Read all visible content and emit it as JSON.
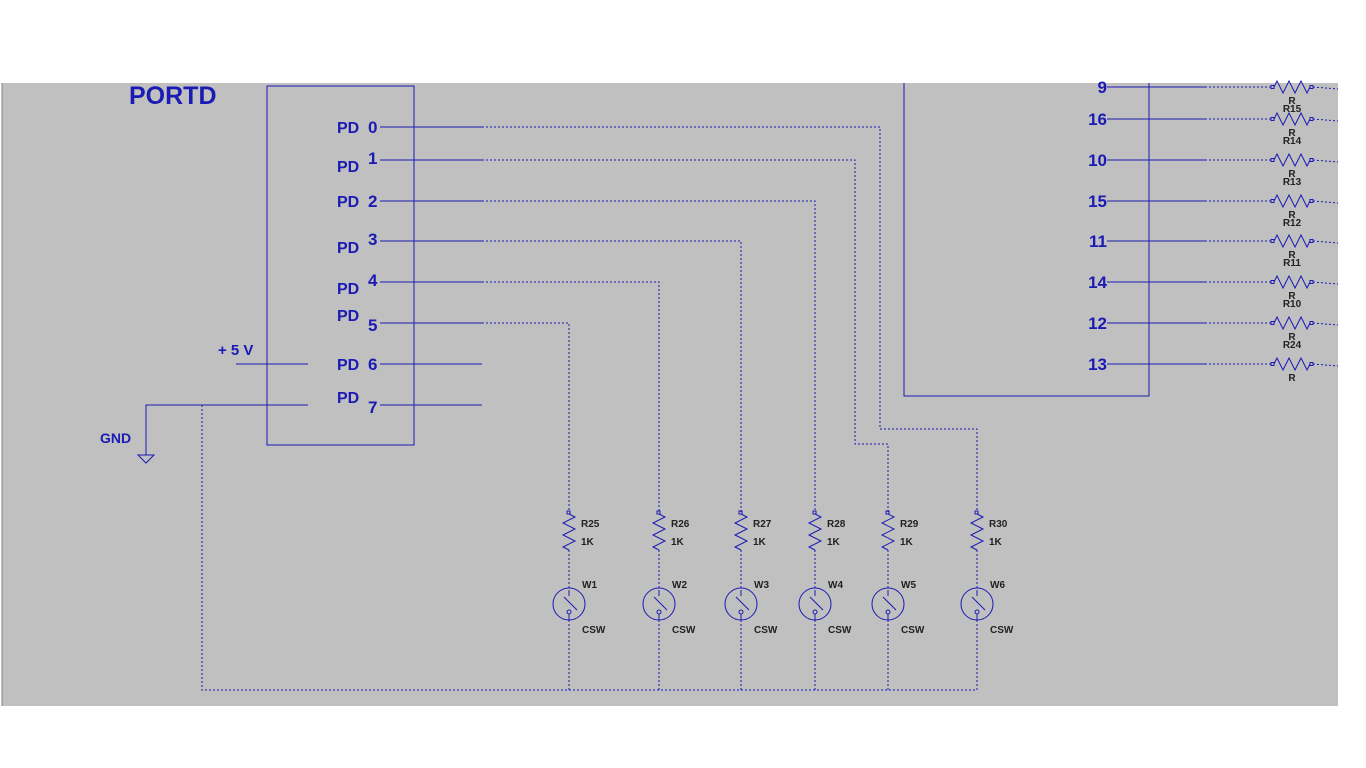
{
  "schematic": {
    "background": "#c0c0c0",
    "wire_color": "#1a1ab4",
    "title": "PORTD",
    "supply_label": "+ 5 V",
    "ground_label": "GND",
    "port_pins": [
      {
        "prefix": "PD",
        "num": "0"
      },
      {
        "prefix": "PD",
        "num": "1"
      },
      {
        "prefix": "PD",
        "num": "2"
      },
      {
        "prefix": "PD",
        "num": "3"
      },
      {
        "prefix": "PD",
        "num": "4"
      },
      {
        "prefix": "PD",
        "num": "5"
      },
      {
        "prefix": "PD",
        "num": "6"
      },
      {
        "prefix": "PD",
        "num": "7"
      }
    ],
    "pullups": [
      {
        "ref": "R25",
        "value": "1K",
        "switch": "W1",
        "switch_type": "CSW"
      },
      {
        "ref": "R26",
        "value": "1K",
        "switch": "W2",
        "switch_type": "CSW"
      },
      {
        "ref": "R27",
        "value": "1K",
        "switch": "W3",
        "switch_type": "CSW"
      },
      {
        "ref": "R28",
        "value": "1K",
        "switch": "W4",
        "switch_type": "CSW"
      },
      {
        "ref": "R29",
        "value": "1K",
        "switch": "W5",
        "switch_type": "CSW"
      },
      {
        "ref": "R30",
        "value": "1K",
        "switch": "W6",
        "switch_type": "CSW"
      }
    ],
    "right_pins": [
      {
        "num": "9",
        "ref": "R15",
        "value": "R"
      },
      {
        "num": "16",
        "ref": "R14",
        "value": "R"
      },
      {
        "num": "10",
        "ref": "R13",
        "value": "R"
      },
      {
        "num": "15",
        "ref": "R12",
        "value": "R"
      },
      {
        "num": "11",
        "ref": "R11",
        "value": "R"
      },
      {
        "num": "14",
        "ref": "R10",
        "value": "R"
      },
      {
        "num": "12",
        "ref": "R24",
        "value": "R"
      },
      {
        "num": "13",
        "ref": "",
        "value": "R"
      }
    ]
  }
}
